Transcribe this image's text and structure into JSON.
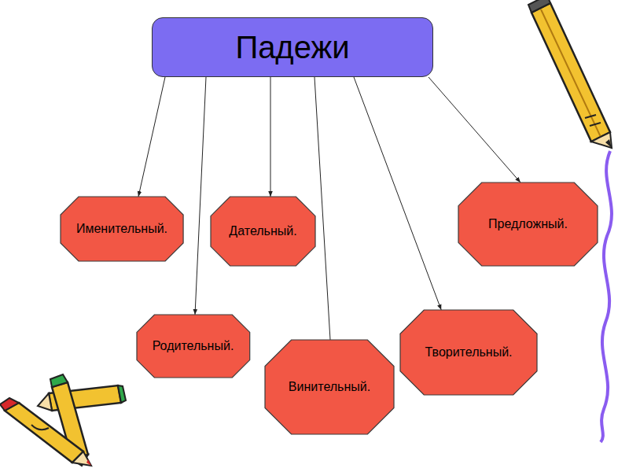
{
  "diagram": {
    "nodes": [
      {
        "text": [
          "Падежи"
        ]
      },
      {
        "text": [
          "Именительный."
        ]
      },
      {
        "text": [
          "Дательный."
        ]
      },
      {
        "text": [
          "Предложный."
        ]
      },
      {
        "text": [
          "Родительный."
        ]
      },
      {
        "text": [
          "Винительный."
        ]
      },
      {
        "text": [
          "Творительный."
        ]
      }
    ],
    "edges": [
      {
        "from": 0,
        "to": 1,
        "arrow": "to"
      },
      {
        "from": 0,
        "to": 4,
        "arrow": "to"
      },
      {
        "from": 0,
        "to": 2,
        "arrow": "to"
      },
      {
        "from": 0,
        "to": 5,
        "arrow": "none"
      },
      {
        "from": 0,
        "to": 6,
        "arrow": "to"
      },
      {
        "from": 0,
        "to": 3,
        "arrow": "to"
      }
    ]
  }
}
